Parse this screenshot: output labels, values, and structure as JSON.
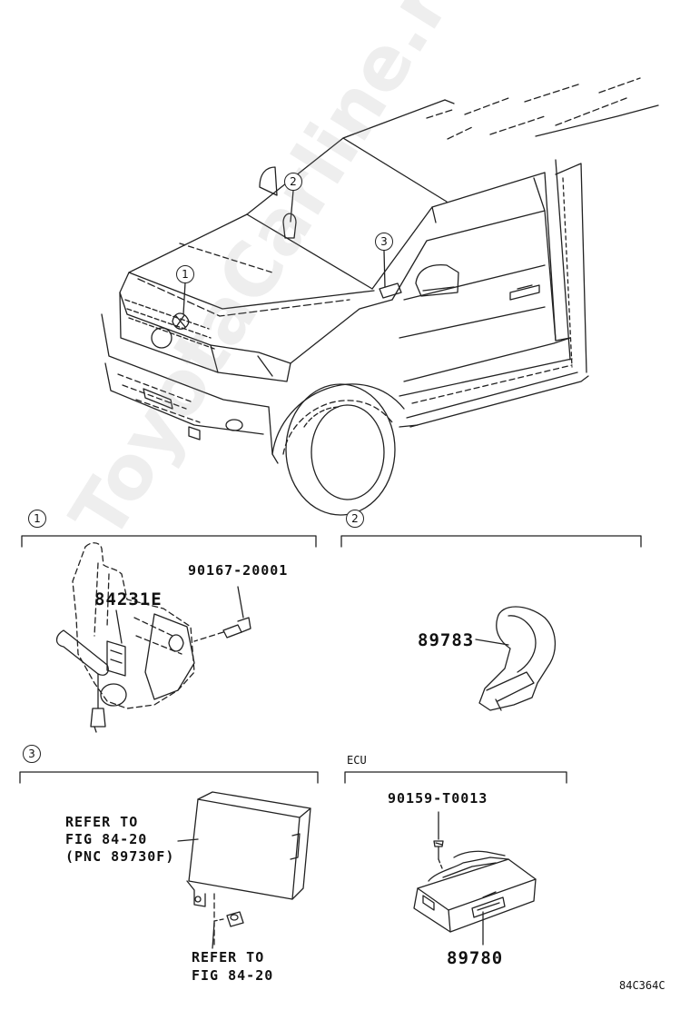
{
  "callouts": {
    "c1": "1",
    "c2": "2",
    "c3": "3"
  },
  "sections": {
    "s1": {
      "num": "1"
    },
    "s2": {
      "num": "2"
    },
    "s3": {
      "num": "3"
    },
    "ecu": {
      "title": "ECU"
    }
  },
  "parts": {
    "p84231e": "84231E",
    "p90167": "90167-20001",
    "p89783": "89783",
    "p90159": "90159-T0013",
    "p89780": "89780"
  },
  "refs": {
    "r1_l1": "REFER TO",
    "r1_l2": "FIG 84-20",
    "r1_l3": "(PNC 89730F)",
    "r2_l1": "REFER TO",
    "r2_l2": "FIG 84-20"
  },
  "diagram_code": "84C364C",
  "watermark": "ToyotaCarline.ru"
}
